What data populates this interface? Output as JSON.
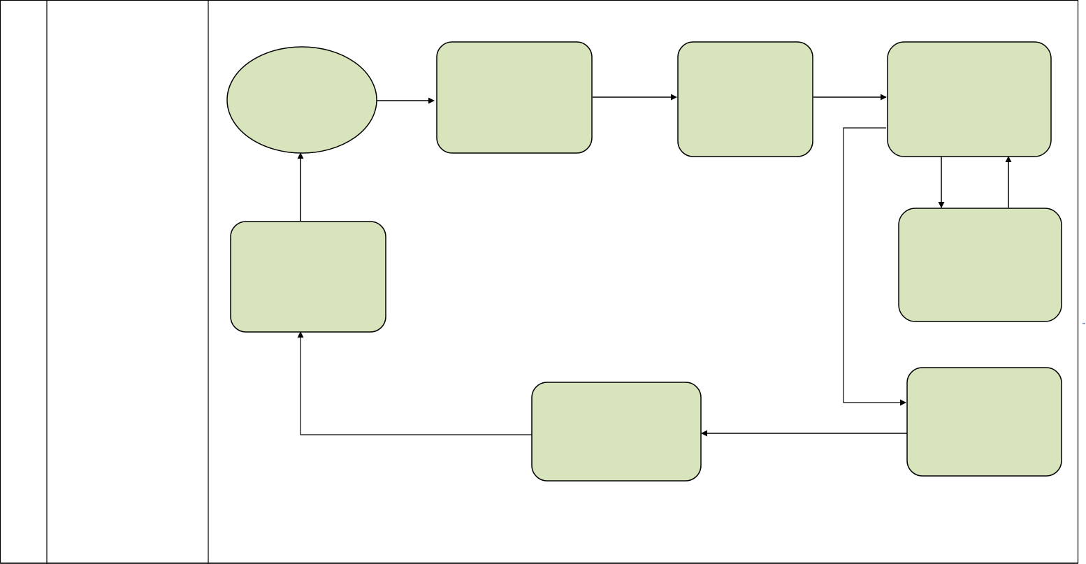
{
  "colors": {
    "node_fill": "#d8e4bc",
    "node_stroke": "#000000",
    "edge_stroke": "#000000",
    "grid_line": "#000000",
    "edge_tick": "#2f5597"
  },
  "nodes": {
    "ellipse": {
      "label": ""
    },
    "box_top_1": {
      "label": ""
    },
    "box_top_2": {
      "label": ""
    },
    "box_top_3": {
      "label": ""
    },
    "box_right_mid": {
      "label": ""
    },
    "box_right_bottom": {
      "label": ""
    },
    "box_bottom_mid": {
      "label": ""
    },
    "box_left_mid": {
      "label": ""
    }
  },
  "edges": [
    {
      "from": "ellipse",
      "to": "box_top_1"
    },
    {
      "from": "box_top_1",
      "to": "box_top_2"
    },
    {
      "from": "box_top_2",
      "to": "box_top_3"
    },
    {
      "from": "box_top_3",
      "to": "box_right_mid"
    },
    {
      "from": "box_right_mid",
      "to": "box_top_3"
    },
    {
      "from": "box_top_3",
      "to": "box_right_bottom"
    },
    {
      "from": "box_right_bottom",
      "to": "box_bottom_mid"
    },
    {
      "from": "box_bottom_mid",
      "to": "box_left_mid"
    },
    {
      "from": "box_left_mid",
      "to": "ellipse"
    }
  ]
}
